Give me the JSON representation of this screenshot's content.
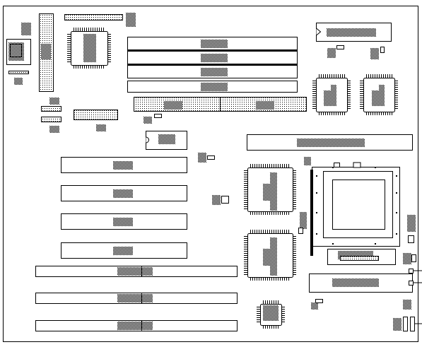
{
  "diagram": {
    "kind": "motherboard-layout",
    "colors": {
      "outline": "#000000",
      "fill": "#ffffff",
      "label_block": "#8a8a8a",
      "pin": "#000000"
    },
    "components": {
      "pci_slots": 4,
      "isa_slots": 3,
      "simm_slots": 4,
      "qfp_chips": 6,
      "cpu_socket": 1,
      "cache_sockets": 2
    }
  }
}
